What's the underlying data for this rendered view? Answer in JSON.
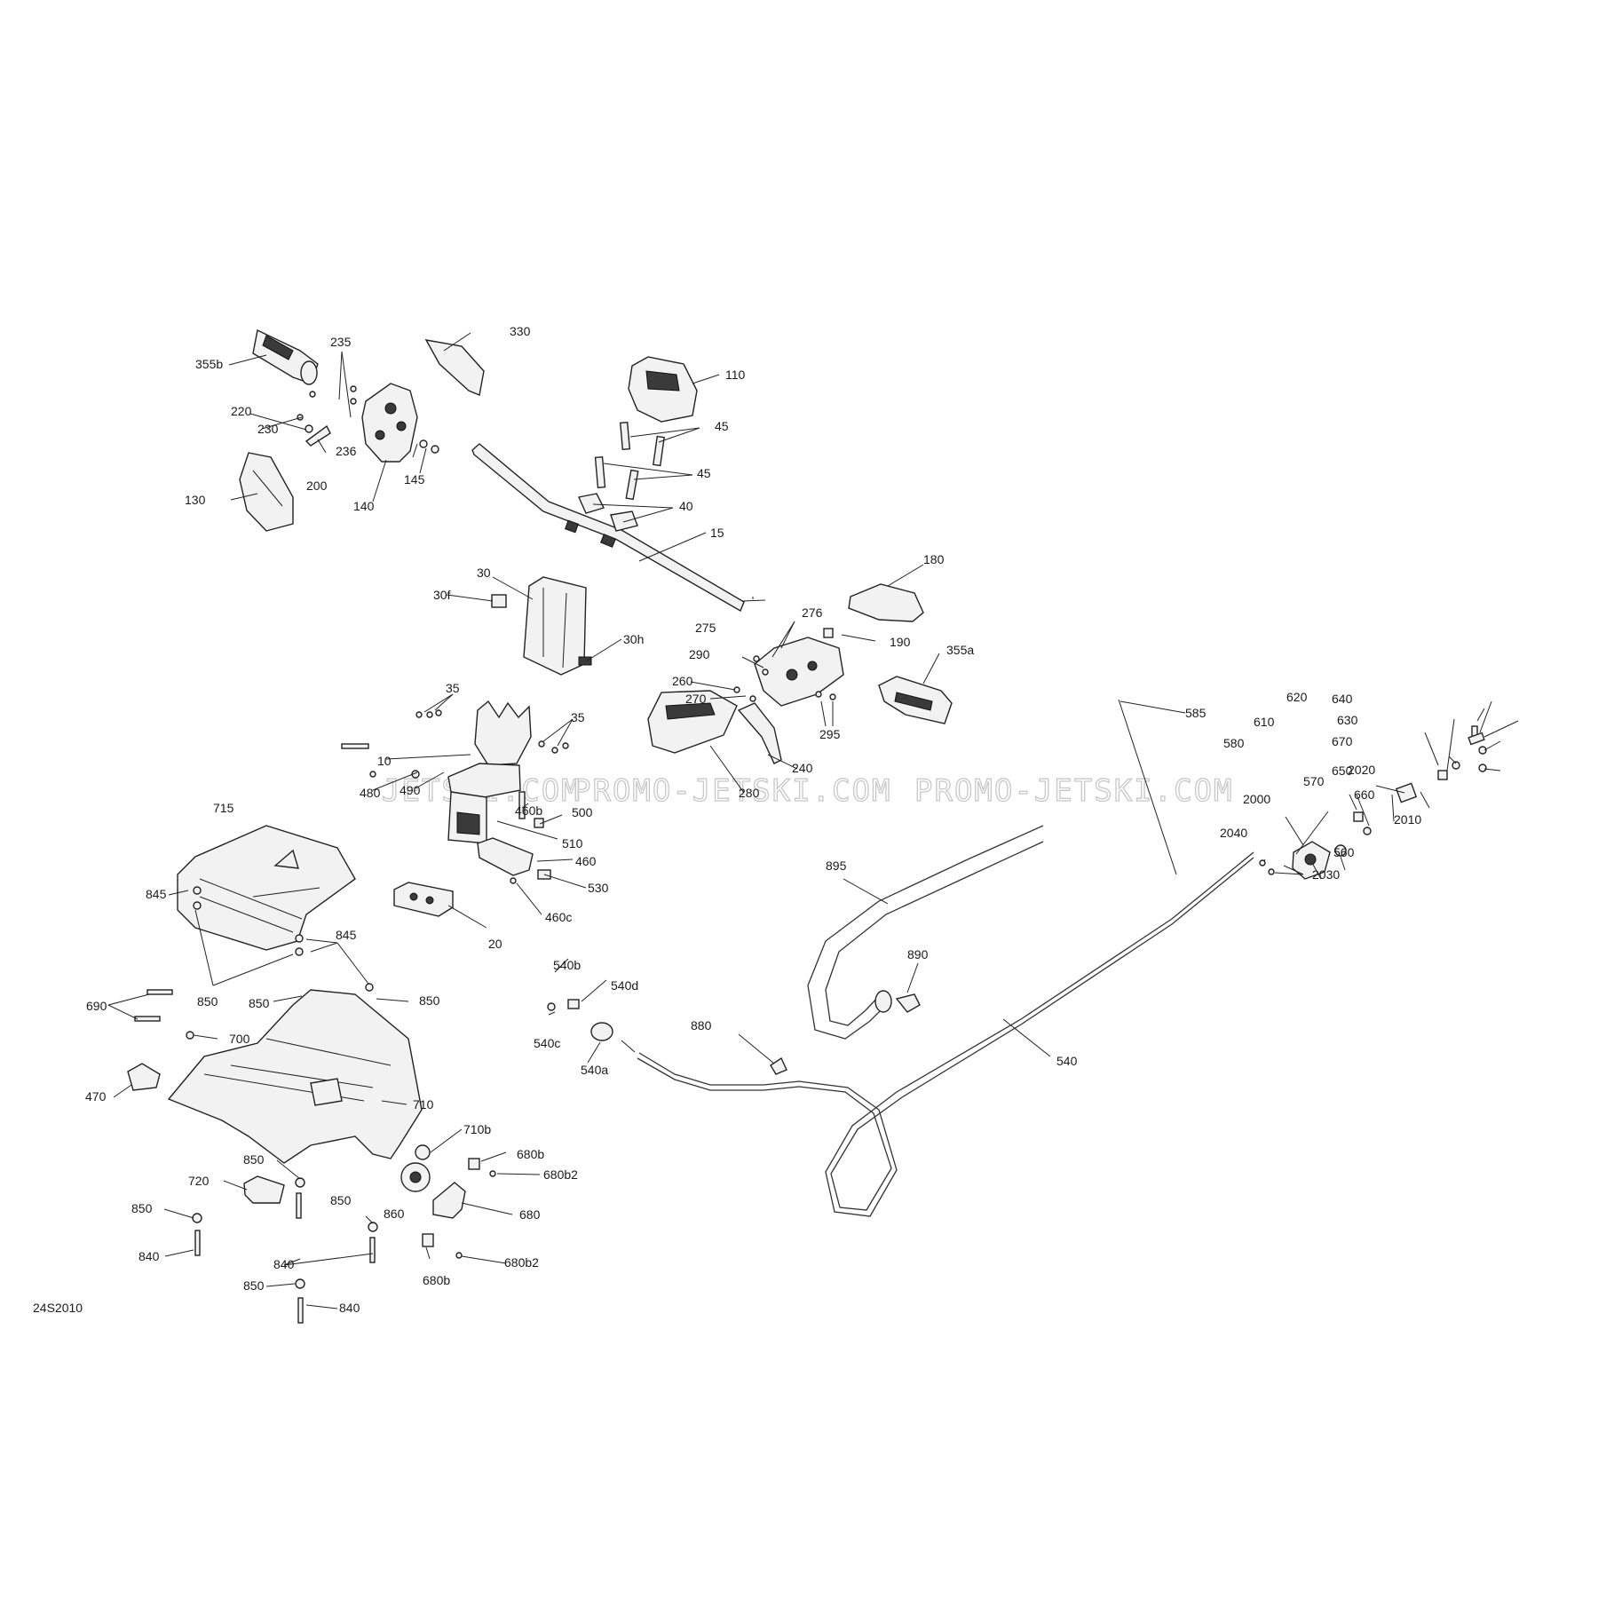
{
  "watermarks": [
    "JETSKI.COM",
    "PROMO-JETSKI.COM",
    "PROMO-JETSKI.COM"
  ],
  "figure_code": "24S2010",
  "labels": [
    "355b",
    "235",
    "330",
    "110",
    "220",
    "230",
    "236",
    "45",
    "145",
    "200",
    "45",
    "130",
    "140",
    "40",
    "15",
    "180",
    "30",
    "276",
    "30f",
    "275",
    "190",
    "355a",
    "30h",
    "290",
    "35",
    "260",
    "270",
    "35",
    "585",
    "620",
    "640",
    "630",
    "610",
    "295",
    "670",
    "10",
    "580",
    "240",
    "650",
    "280",
    "2020",
    "570",
    "480",
    "490",
    "660",
    "2000",
    "715",
    "460b",
    "500",
    "2010",
    "2040",
    "510",
    "560",
    "2030",
    "460",
    "895",
    "530",
    "460c",
    "845",
    "20",
    "845",
    "890",
    "540b",
    "540d",
    "850",
    "850",
    "850",
    "690",
    "700",
    "880",
    "540c",
    "540a",
    "540",
    "470",
    "710",
    "710b",
    "680b",
    "850",
    "680b2",
    "720",
    "850",
    "850",
    "860",
    "680",
    "840",
    "840",
    "680b2",
    "680b",
    "850",
    "840"
  ]
}
